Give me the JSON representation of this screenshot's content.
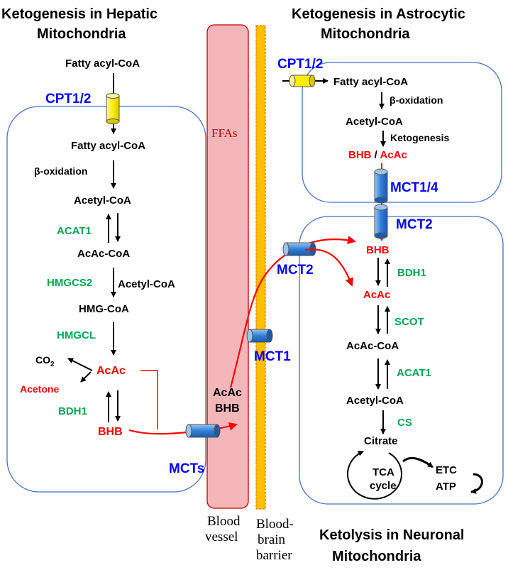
{
  "titles": {
    "hepatic_1": "Ketogenesis in Hepatic",
    "hepatic_2": "Mitochondria",
    "astro_1": "Ketogenesis in Astrocytic",
    "astro_2": "Mitochondria",
    "neuro_1": "Ketolysis in Neuronal",
    "neuro_2": "Mitochondria"
  },
  "hepatic": {
    "fatty_acyl_coa_out": "Fatty acyl-CoA",
    "cpt": "CPT1/2",
    "fatty_acyl_coa_in": "Fatty acyl-CoA",
    "beta_oxidation": "β-oxidation",
    "acetyl_coa": "Acetyl-CoA",
    "acat1": "ACAT1",
    "acac_coa": "AcAc-CoA",
    "hmgcs2": "HMGCS2",
    "acetyl_coa_side": "Acetyl-CoA",
    "hmg_coa": "HMG-CoA",
    "hmgcl": "HMGCL",
    "co2": "CO",
    "co2_sub": "2",
    "acac": "AcAc",
    "acetone": "Acetone",
    "bdh1": "BDH1",
    "bhb": "BHB",
    "mcts": "MCTs"
  },
  "blood": {
    "ffas": "FFAs",
    "acac": "AcAc",
    "bhb": "BHB",
    "vessel_1": "Blood",
    "vessel_2": "vessel",
    "bbb_1": "Blood-",
    "bbb_2": "brain",
    "bbb_3": "barrier",
    "mct1": "MCT1"
  },
  "astro": {
    "cpt": "CPT1/2",
    "fatty_acyl_coa": "Fatty acyl-CoA",
    "beta_oxidation": "β-oxidation",
    "acetyl_coa": "Acetyl-CoA",
    "ketogenesis": "Ketogenesis",
    "bhb": "BHB",
    "slash": "/",
    "acac": "AcAc",
    "mct14": "MCT1/4"
  },
  "neuro": {
    "mct2_top": "MCT2",
    "mct2_left": "MCT2",
    "bhb": "BHB",
    "bdh1": "BDH1",
    "acac": "AcAc",
    "scot": "SCOT",
    "acac_coa": "AcAc-CoA",
    "acat1": "ACAT1",
    "acetyl_coa": "Acetyl-CoA",
    "cs": "CS",
    "citrate": "Citrate",
    "tca_1": "TCA",
    "tca_2": "cycle",
    "etc": "ETC",
    "atp": "ATP"
  },
  "colors": {
    "metabolite": "#000000",
    "ketone": "#ff0000",
    "enzyme": "#00a651",
    "transporter_label": "#0000ff",
    "membrane": "#4472c4",
    "vessel_fill": "#f4b6b8",
    "vessel_stroke": "#c00000",
    "bbb_fill": "#ffc000",
    "bbb_stroke": "#ff6600"
  }
}
